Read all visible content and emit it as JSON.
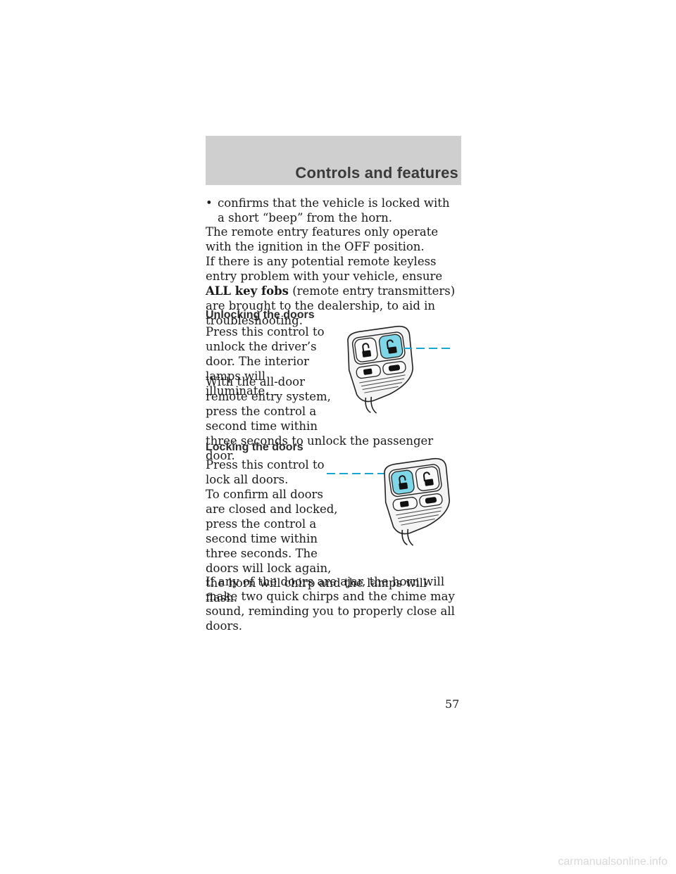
{
  "header": {
    "title": "Controls and features"
  },
  "bullet": {
    "symbol": "•",
    "text": "confirms that the vehicle is locked with a short “beep” from the horn."
  },
  "paragraphs": {
    "remote_entry": "The remote entry features only operate with the ignition in the OFF position.",
    "problem_before": "If there is any potential remote keyless entry problem with your vehicle, ensure",
    "problem_bold": "ALL key fobs",
    "problem_after": "(remote entry transmitters) are brought to the dealership, to aid in troubleshooting."
  },
  "unlocking": {
    "heading": "Unlocking the doors",
    "p1": "Press this control to unlock the driver’s door. The interior lamps will illuminate.",
    "p2_line1": "With the all-door",
    "p2_line2": "remote entry system,",
    "p2_line3": "press the control a",
    "p2_line4": "second time within",
    "p2_line5": "three seconds to unlock the passenger door."
  },
  "locking": {
    "heading": "Locking the doors",
    "p1": "Press this control to lock all doors.",
    "p2_line1": "To confirm all doors",
    "p2_line2": "are closed and locked,",
    "p2_line3": "press the control a",
    "p2_line4": "second time within",
    "p2_line5": "three seconds. The",
    "p2_line6": "doors will lock again,",
    "p2_line7": "the horn will chirp and the lamps will flash."
  },
  "ajar": "If any of the doors are ajar, the horn will make two quick chirps and the chime may sound, reminding you to properly close all doors.",
  "page_number": "57",
  "footer": "carmanualsonline.info",
  "colors": {
    "header_band": "#cfcfcf",
    "highlight": "#7fd6e6",
    "leader": "#19a6cf"
  }
}
